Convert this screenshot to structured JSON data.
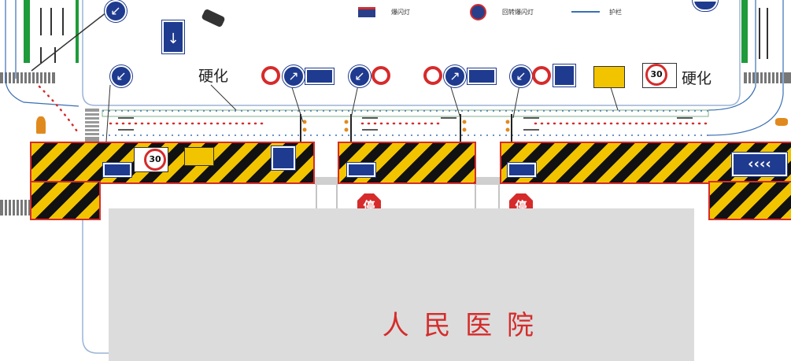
{
  "legend": {
    "flash_light": "爆闪灯",
    "rotating_flash_light": "回转爆闪灯",
    "guardrail": "护栏"
  },
  "labels": {
    "hardened_left": "硬化",
    "hardened_right": "硬化",
    "building": "人 民 医 院"
  },
  "signs": {
    "stop_text": "停",
    "speed_limit": "30",
    "speed_limit_2": "30"
  },
  "colors": {
    "hatch_yellow": "#f2c400",
    "sign_blue": "#1f3b8f",
    "warning_red": "#d62b2b",
    "building_gray": "#dcdcdc",
    "road_outline": "#3a6fb3",
    "green_line": "#1e9b3a"
  }
}
